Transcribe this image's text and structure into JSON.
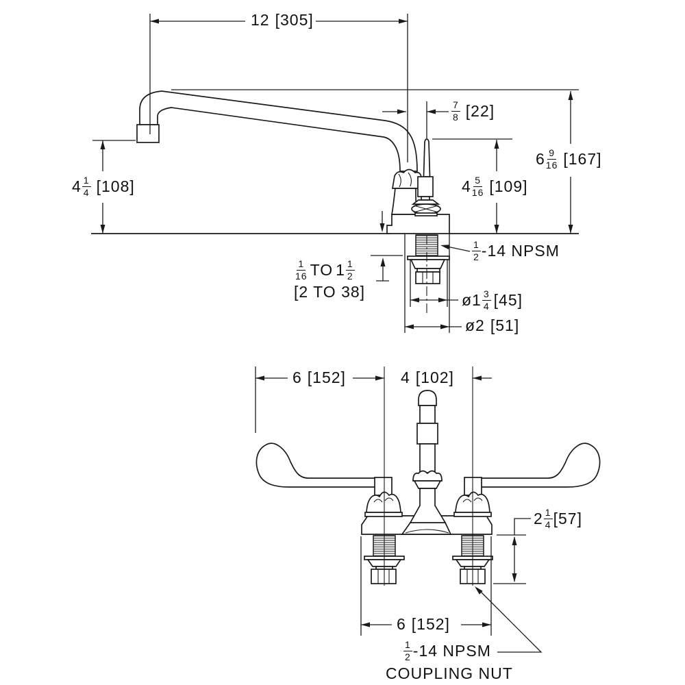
{
  "colors": {
    "line": "#1a1a1a",
    "background": "#ffffff"
  },
  "side_view": {
    "dim_spout_reach": {
      "value": "12",
      "mm": "[305]"
    },
    "dim_spout_offset": {
      "num": "7",
      "den": "8",
      "mm": "[22]"
    },
    "dim_total_height": {
      "whole": "6",
      "num": "9",
      "den": "16",
      "mm": "[167]"
    },
    "dim_rod_height": {
      "whole": "4",
      "num": "5",
      "den": "16",
      "mm": "[109]"
    },
    "dim_outlet_height": {
      "whole": "4",
      "num": "1",
      "den": "4",
      "mm": "[108]"
    },
    "deck_range": {
      "num1": "1",
      "den1": "16",
      "to": "TO",
      "whole2": "1",
      "num2": "1",
      "den2": "2",
      "mm": "[2 TO 38]"
    },
    "thread_spec": {
      "num": "1",
      "den": "2",
      "text": "-14 NPSM"
    },
    "dim_washer_dia": {
      "prefix": "ø1",
      "num": "3",
      "den": "4",
      "mm": "[45]"
    },
    "dim_shank_dia": {
      "value": "ø2",
      "mm": "[51]"
    }
  },
  "front_view": {
    "dim_handle_span": {
      "value": "6",
      "mm": "[152]"
    },
    "dim_centers": {
      "value": "4",
      "mm": "[102]"
    },
    "dim_shank_length": {
      "whole": "2",
      "num": "1",
      "den": "4",
      "mm": "[57]"
    },
    "dim_base_width": {
      "value": "6",
      "mm": "[152]"
    },
    "coupling_note": {
      "num": "1",
      "den": "2",
      "line1": "-14 NPSM",
      "line2": "COUPLING NUT"
    }
  }
}
